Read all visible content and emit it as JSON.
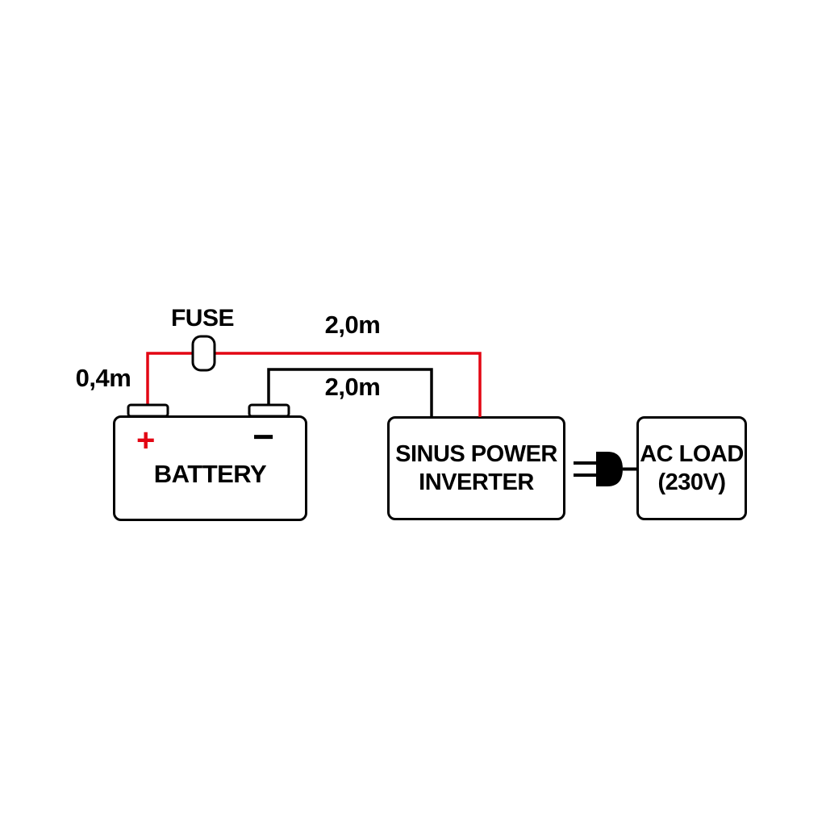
{
  "diagram": {
    "labels": {
      "fuse": "FUSE",
      "positive_cable_length": "2,0m",
      "negative_cable_length": "2,0m",
      "battery_cable_length": "0,4m",
      "plus": "+",
      "minus": "−"
    },
    "battery": {
      "label": "BATTERY"
    },
    "inverter": {
      "line1": "SINUS POWER",
      "line2": "INVERTER"
    },
    "ac_load": {
      "line1": "AC LOAD",
      "line2": "(230V)"
    },
    "colors": {
      "positive_wire": "#e30613",
      "negative_wire": "#000000"
    }
  }
}
